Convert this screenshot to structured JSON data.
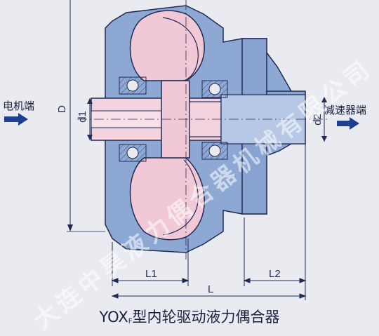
{
  "labels": {
    "left_input": "电机端",
    "right_output": "减速器端",
    "diameter_D": "D",
    "d1": "d1",
    "d2": "d2",
    "L1": "L1",
    "L2": "L2",
    "L": "L"
  },
  "caption": {
    "model_prefix": "YOX",
    "model_sub": "F",
    "title": "型内轮驱动液力偶合器"
  },
  "watermark": {
    "text": "大连中昊液力偶合器机械有限公司"
  },
  "colors": {
    "background": "#e9ebf1",
    "housing_fill": "#8ea8d4",
    "rotor_fill": "#f1c9d6",
    "shaft_fill": "#f3d4de",
    "outline": "#202a55",
    "arrow": "#1f3f8f"
  }
}
